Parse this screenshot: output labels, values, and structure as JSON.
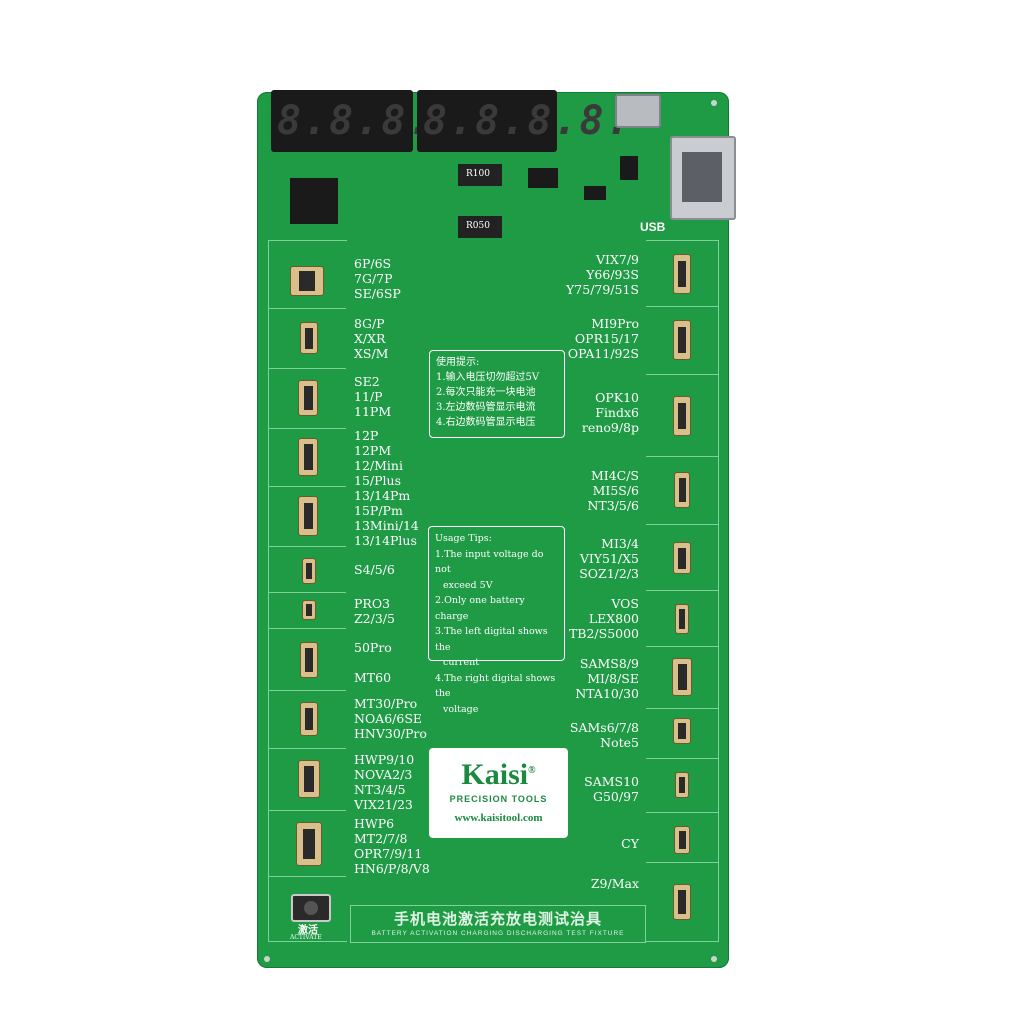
{
  "board": {
    "colors": {
      "pcb": "#1f9a45",
      "silk": "#ffffff",
      "display": "#1a1a1a"
    },
    "display_left": "8.8.8.8.",
    "display_right": "8.8.8.8.",
    "usb_label": "USB",
    "left_labels": [
      "6P/6S\n7G/7P\nSE/6SP",
      "8G/P\nX/XR\nXS/M",
      "SE2\n11/P\n11PM",
      "12P\n12PM\n12/Mini\n15/Plus",
      "13/14Pm\n15P/Pm\n13Mini/14\n13/14Plus",
      "S4/5/6",
      "PRO3\nZ2/3/5",
      "50Pro\n\nMT60",
      "MT30/Pro\nNOA6/6SE\nHNV30/Pro",
      "HWP9/10\nNOVA2/3\nNT3/4/5\nVIX21/23",
      "HWP6\nMT2/7/8\nOPR7/9/11\nHN6/P/8/V8"
    ],
    "right_labels": [
      "VIX7/9\nY66/93S\nY75/79/51S",
      "MI9Pro\nOPR15/17\nOPA11/92S",
      "OPK10\nFindx6\nreno9/8p",
      "MI4C/S\nMI5S/6\nNT3/5/6",
      "MI3/4\nVIY51/X5\nSOZ1/2/3",
      "VOS\nLEX800\nTB2/S5000",
      "SAMS8/9\nMI/8/SE\nNTA10/30",
      "SAMs6/7/8\nNote5",
      "SAMS10\nG50/97",
      "CY",
      "Z9/Max"
    ],
    "tips_cn": {
      "title": "使用提示:",
      "lines": [
        "1.输入电压切勿超过5V",
        "2.每次只能充一块电池",
        "3.左边数码管显示电流",
        "4.右边数码管显示电压"
      ]
    },
    "tips_en": {
      "title": "Usage Tips:",
      "lines": [
        "1.The input voltage do not",
        "exceed 5V",
        "2.Only one battery charge",
        "3.The left digital shows the",
        "current",
        "4.The right digital shows the",
        "voltage"
      ]
    },
    "logo": {
      "name": "Kaisi",
      "mark": "®",
      "subtitle": "PRECISION TOOLS",
      "url": "www.kaisitool.com"
    },
    "activate_cn": "激活",
    "activate_en": "ACTIVATE",
    "title_cn": "手机电池激活充放电测试治具",
    "title_en": "BATTERY ACTIVATION CHARGING DISCHARGING TEST FIXTURE",
    "resistor_1": "R100",
    "resistor_2": "R050"
  }
}
